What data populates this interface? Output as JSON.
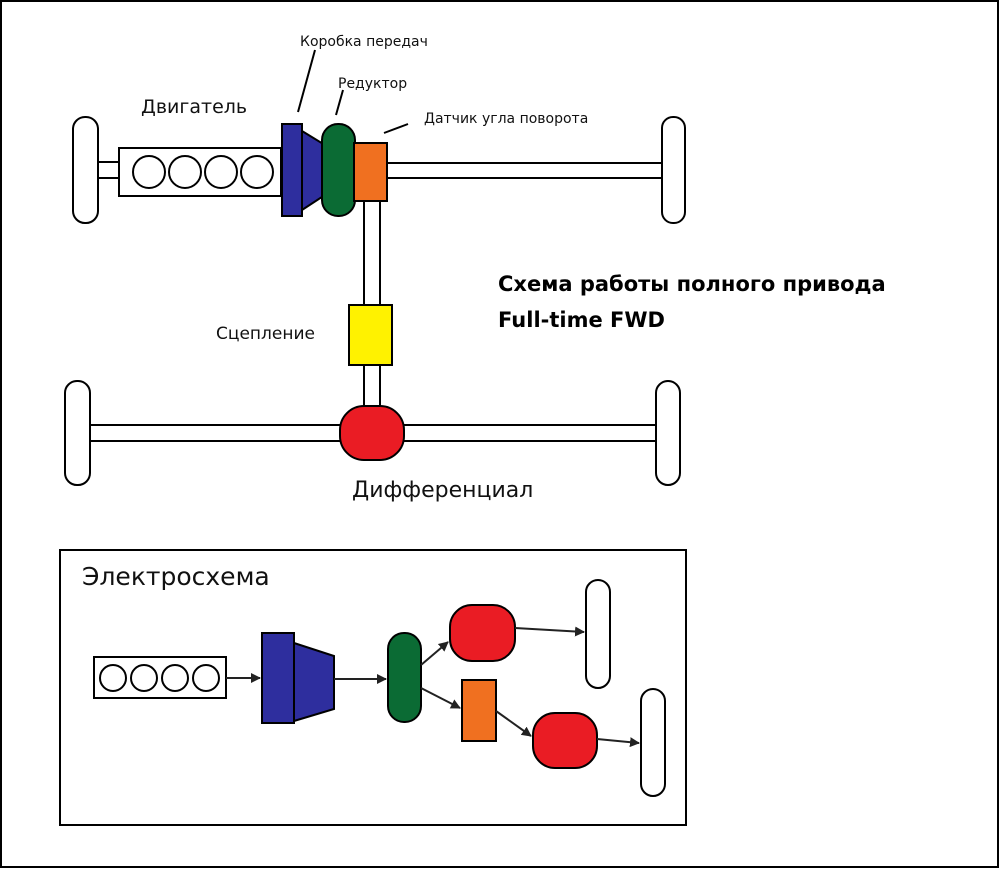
{
  "labels": {
    "engine": "Двигатель",
    "gearbox": "Коробка передач",
    "reducer": "Редуктор",
    "sensor": "Датчик угла поворота",
    "clutch": "Сцепление",
    "differential": "Дифференциал",
    "title_line1": "Схема работы полного привода",
    "title_line2": "Full-time FWD",
    "electro": "Электросхема"
  },
  "colors": {
    "gearbox": "#2e2e9e",
    "reducer": "#0b6b34",
    "sensor": "#f07020",
    "clutch": "#fff200",
    "differential": "#ea1c24"
  }
}
